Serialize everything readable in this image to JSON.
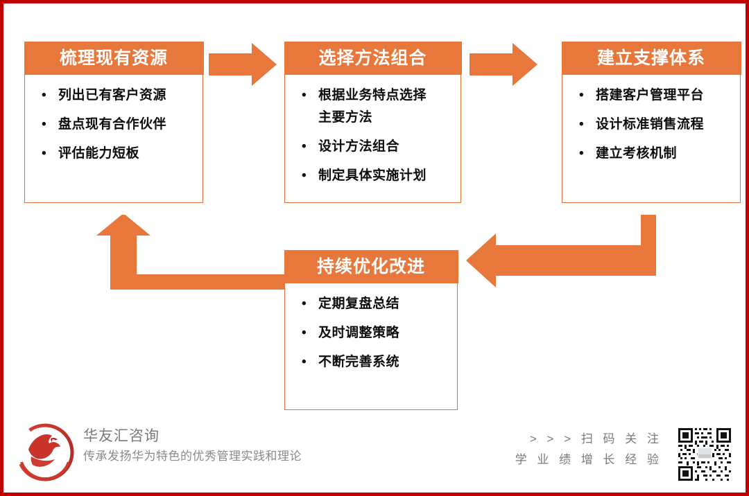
{
  "slide": {
    "border_color": "#C00000",
    "accent_color": "#E8773C",
    "background": "#ffffff"
  },
  "boxes": [
    {
      "id": "box1",
      "title": "梳理现有资源",
      "bullets": [
        {
          "marker": "•",
          "lines": [
            "列出已有客户资源"
          ]
        },
        {
          "marker": "•",
          "lines": [
            "盘点现有合作伙伴"
          ]
        },
        {
          "marker": "•",
          "lines": [
            "评估能力短板"
          ]
        }
      ]
    },
    {
      "id": "box2",
      "title": "选择方法组合",
      "bullets": [
        {
          "marker": "•",
          "lines": [
            "根据业务特点选择",
            "主要方法"
          ]
        },
        {
          "marker": "•",
          "lines": [
            "设计方法组合"
          ]
        },
        {
          "marker": "•",
          "lines": [
            "制定具体实施计划"
          ]
        }
      ]
    },
    {
      "id": "box3",
      "title": "建立支撑体系",
      "bullets": [
        {
          "marker": "•",
          "lines": [
            "搭建客户管理平台"
          ]
        },
        {
          "marker": "•",
          "lines": [
            "设计标准销售流程"
          ]
        },
        {
          "marker": "•",
          "lines": [
            "建立考核机制"
          ]
        }
      ]
    },
    {
      "id": "box4",
      "title": "持续优化改进",
      "bullets": [
        {
          "marker": "•",
          "lines": [
            "定期复盘总结"
          ]
        },
        {
          "marker": "•",
          "lines": [
            "及时调整策略"
          ]
        },
        {
          "marker": "•",
          "lines": [
            "不断完善系统"
          ]
        }
      ]
    }
  ],
  "arrows": [
    {
      "name": "arrow-box1-to-box2",
      "direction": "right",
      "color": "#E8773C"
    },
    {
      "name": "arrow-box2-to-box3",
      "direction": "right",
      "color": "#E8773C"
    },
    {
      "name": "arrow-box3-to-box4",
      "direction": "elbow-down-left",
      "color": "#E8773C"
    },
    {
      "name": "arrow-box4-to-box1",
      "direction": "elbow-left-up",
      "color": "#E8773C"
    }
  ],
  "footer": {
    "logo_icon": "phoenix-logo-icon",
    "logo_color": "#C8332B",
    "brand_name": "华友汇咨询",
    "brand_tagline": "传承发扬华为特色的优秀管理实践和理论",
    "cta_line1": "> > >  扫 码 关 注",
    "cta_line2": "学 业 绩 增 长 经 验",
    "qr_icon": "qr-code-icon"
  }
}
